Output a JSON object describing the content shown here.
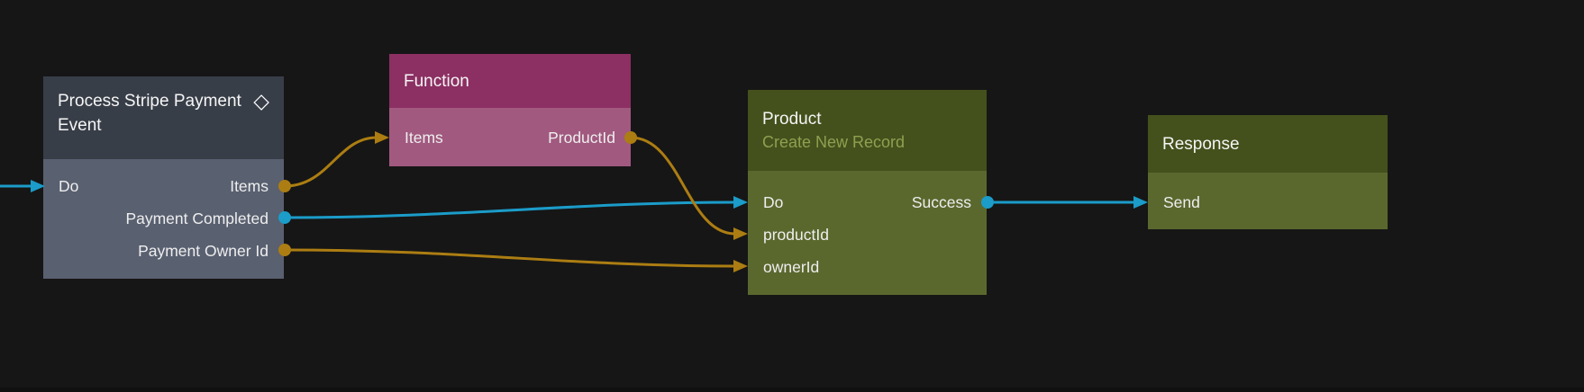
{
  "colors": {
    "background": "#161616",
    "signal_wire": "#1b9cc9",
    "data_wire": "#ac7d12",
    "event_header": "#383e48",
    "event_body": "#596070",
    "function_header": "#8c2f63",
    "function_body": "#a1597f",
    "record_header": "#44511c",
    "record_body": "#5a682e",
    "record_subtitle": "#8fa050",
    "title_text": "#f5f5f5",
    "port_text": "#eeeeee"
  },
  "nodes": [
    {
      "title": "Process Stripe Payment Event",
      "header_icon_glyph": "◇",
      "ports": {
        "do": "Do",
        "items": "Items",
        "payment_completed": "Payment Completed",
        "payment_owner_id": "Payment Owner Id"
      }
    },
    {
      "title": "Function",
      "ports": {
        "items": "Items",
        "product_id": "ProductId"
      }
    },
    {
      "title": "Product",
      "subtitle": "Create New Record",
      "ports": {
        "do": "Do",
        "success": "Success",
        "product_id": "productId",
        "owner_id": "ownerId"
      }
    },
    {
      "title": "Response",
      "ports": {
        "send": "Send"
      }
    }
  ],
  "connections": [
    {
      "from": "offscreen-left",
      "to": "Process Stripe Payment Event / Do",
      "type": "signal"
    },
    {
      "from": "Process Stripe Payment Event / Items",
      "to": "Function / Items",
      "type": "data"
    },
    {
      "from": "Process Stripe Payment Event / Payment Completed",
      "to": "Product / Do",
      "type": "signal"
    },
    {
      "from": "Process Stripe Payment Event / Payment Owner Id",
      "to": "Product / ownerId",
      "type": "data"
    },
    {
      "from": "Function / ProductId",
      "to": "Product / productId",
      "type": "data"
    },
    {
      "from": "Product / Success",
      "to": "Response / Send",
      "type": "signal"
    }
  ]
}
